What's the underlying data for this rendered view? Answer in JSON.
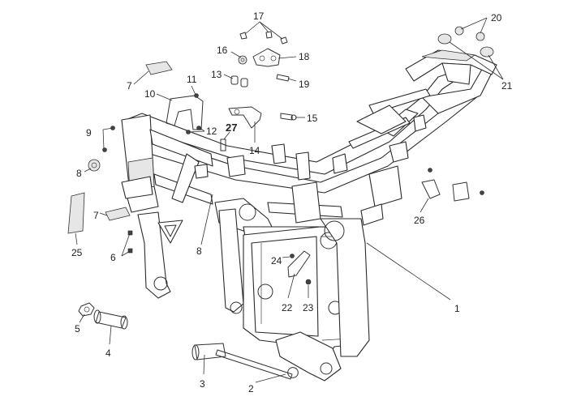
{
  "diagram": {
    "callouts": [
      {
        "id": "c1",
        "text": "1",
        "bold": false
      },
      {
        "id": "c2",
        "text": "2",
        "bold": false
      },
      {
        "id": "c3",
        "text": "3",
        "bold": false
      },
      {
        "id": "c4",
        "text": "4",
        "bold": false
      },
      {
        "id": "c5",
        "text": "5",
        "bold": false
      },
      {
        "id": "c6",
        "text": "6",
        "bold": false
      },
      {
        "id": "c7a",
        "text": "7",
        "bold": false
      },
      {
        "id": "c7b",
        "text": "7",
        "bold": false
      },
      {
        "id": "c8a",
        "text": "8",
        "bold": false
      },
      {
        "id": "c8b",
        "text": "8",
        "bold": false
      },
      {
        "id": "c9",
        "text": "9",
        "bold": false
      },
      {
        "id": "c10",
        "text": "10",
        "bold": false
      },
      {
        "id": "c11",
        "text": "11",
        "bold": false
      },
      {
        "id": "c12",
        "text": "12",
        "bold": false
      },
      {
        "id": "c13",
        "text": "13",
        "bold": false
      },
      {
        "id": "c14",
        "text": "14",
        "bold": false
      },
      {
        "id": "c15",
        "text": "15",
        "bold": false
      },
      {
        "id": "c16",
        "text": "16",
        "bold": false
      },
      {
        "id": "c17",
        "text": "17",
        "bold": false
      },
      {
        "id": "c18",
        "text": "18",
        "bold": false
      },
      {
        "id": "c19",
        "text": "19",
        "bold": false
      },
      {
        "id": "c20",
        "text": "20",
        "bold": false
      },
      {
        "id": "c21",
        "text": "21",
        "bold": false
      },
      {
        "id": "c22",
        "text": "22",
        "bold": false
      },
      {
        "id": "c23",
        "text": "23",
        "bold": false
      },
      {
        "id": "c24",
        "text": "24",
        "bold": false
      },
      {
        "id": "c25",
        "text": "25",
        "bold": false
      },
      {
        "id": "c26",
        "text": "26",
        "bold": false
      },
      {
        "id": "c27",
        "text": "27",
        "bold": true
      }
    ]
  }
}
